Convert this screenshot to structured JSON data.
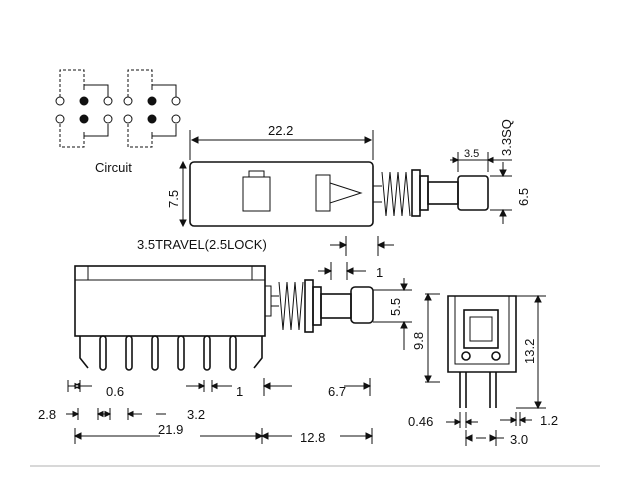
{
  "labels": {
    "circuit": "Circuit",
    "top_length": "22.2",
    "top_height": "7.5",
    "plunger_small": "3.5",
    "plunger_square": "3.3SQ",
    "plunger_height": "6.5",
    "travel": "3.5TRAVEL(2.5LOCK)",
    "dim_1_top": "1",
    "dim_0_6": "0.6",
    "dim_1_bottom": "1",
    "dim_6_7": "6.7",
    "dim_2_8": "2.8",
    "dim_3_2": "3.2",
    "dim_21_9": "21.9",
    "dim_12_8": "12.8",
    "dim_5_5": "5.5",
    "dim_9_8": "9.8",
    "dim_13_2": "13.2",
    "dim_0_46": "0.46",
    "dim_1_2": "1.2",
    "dim_3_0": "3.0"
  }
}
